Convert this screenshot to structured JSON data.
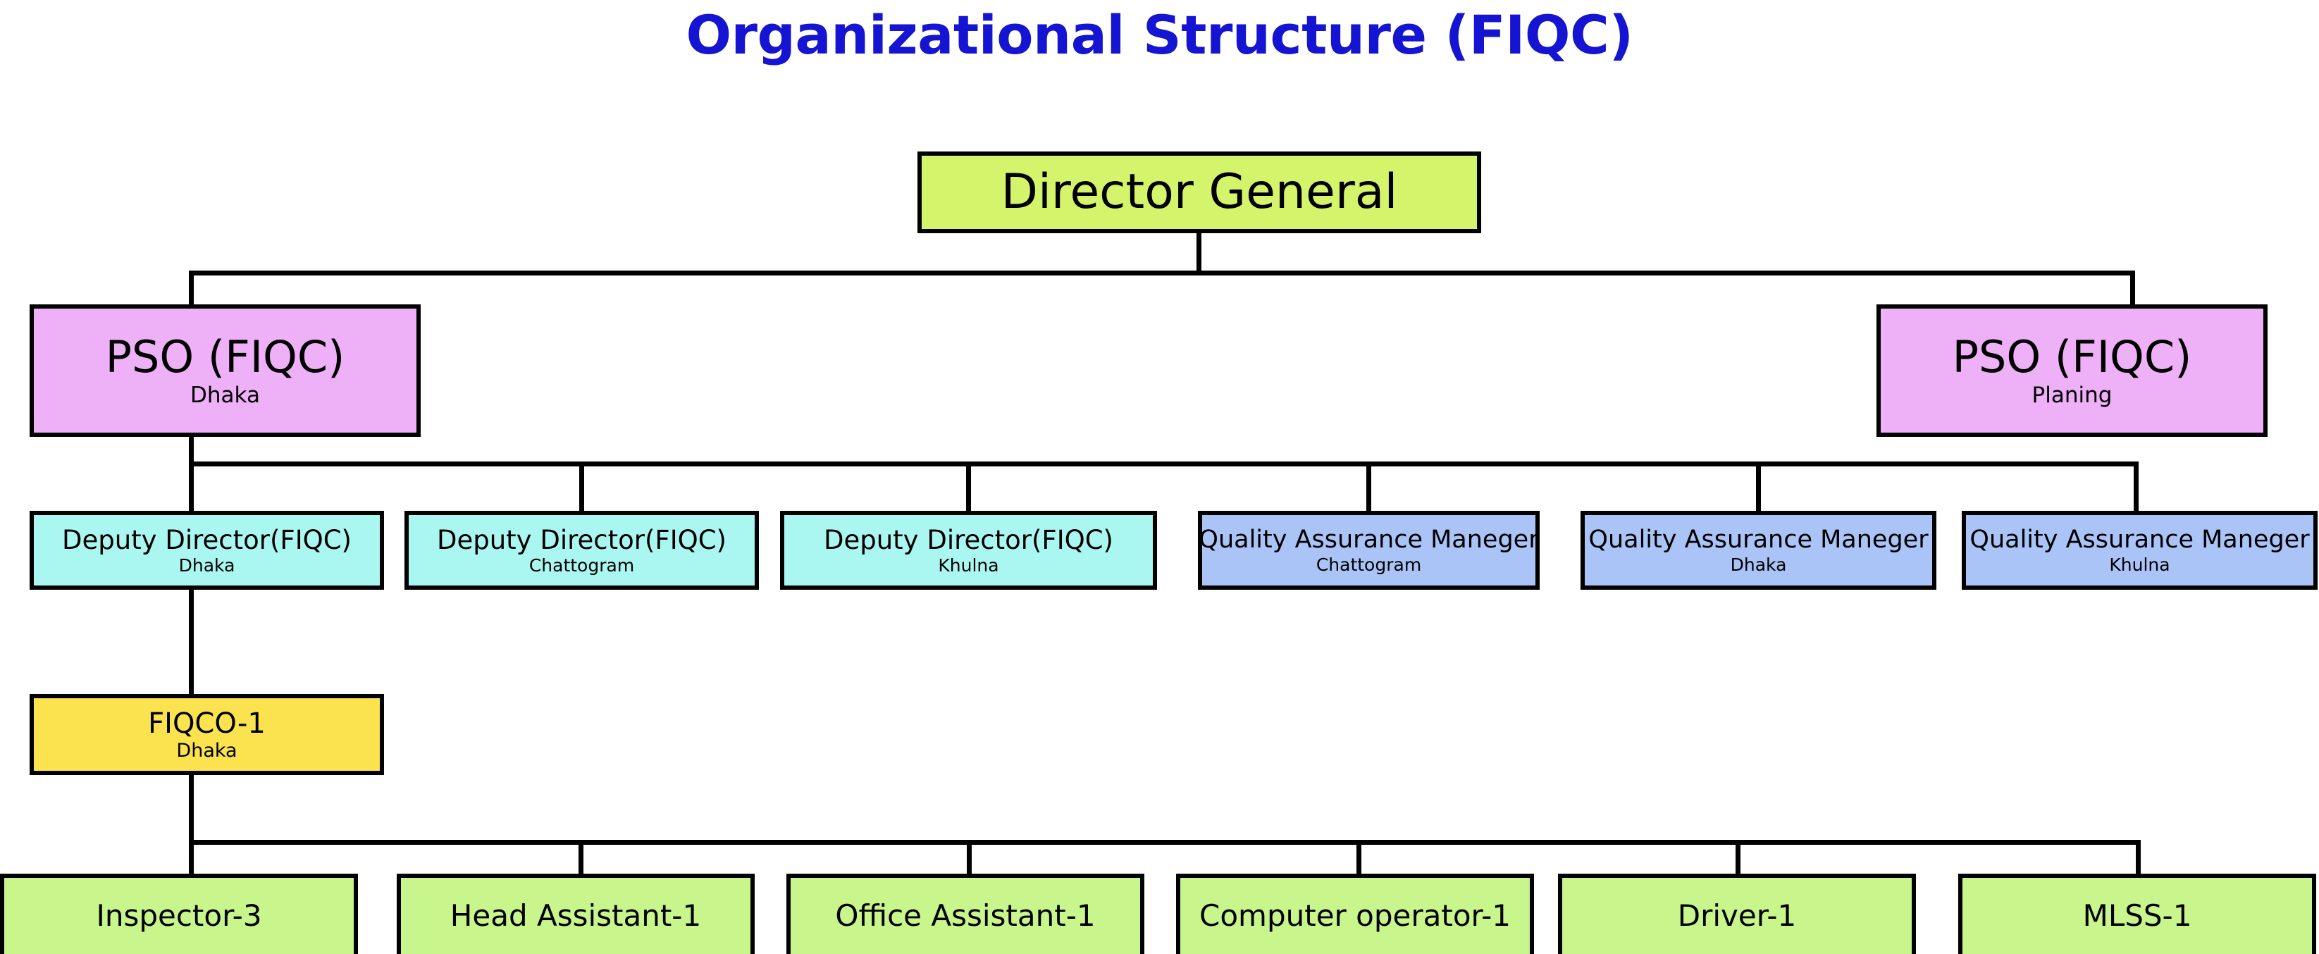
{
  "title": "Organizational Structure (FIQC)",
  "colors": {
    "title_text": "#1414d2",
    "background": "#ffffff",
    "line": "#000000",
    "director_general_fill": "#d4f56b",
    "pso_fill": "#eeb0f7",
    "deputy_director_fill": "#aaf7f2",
    "quality_assurance_fill": "#aac4f7",
    "fiqco_fill": "#fbe24f",
    "staff_fill": "#c8f58c"
  },
  "nodes": {
    "director_general": {
      "title": "Director General",
      "subtitle": ""
    },
    "pso_dhaka": {
      "title": "PSO (FIQC)",
      "subtitle": "Dhaka"
    },
    "pso_planing": {
      "title": "PSO (FIQC)",
      "subtitle": "Planing"
    },
    "deputy_directors": [
      {
        "title": "Deputy Director(FIQC)",
        "subtitle": "Dhaka"
      },
      {
        "title": "Deputy Director(FIQC)",
        "subtitle": "Chattogram"
      },
      {
        "title": "Deputy Director(FIQC)",
        "subtitle": "Khulna"
      }
    ],
    "quality_assurance_managers": [
      {
        "title": "Quality Assurance Maneger",
        "subtitle": "Chattogram"
      },
      {
        "title": "Quality Assurance Maneger",
        "subtitle": "Dhaka"
      },
      {
        "title": "Quality Assurance Maneger",
        "subtitle": "Khulna"
      }
    ],
    "fiqco": {
      "title": "FIQCO-1",
      "subtitle": "Dhaka"
    },
    "staff": [
      {
        "title": "Inspector-3"
      },
      {
        "title": "Head Assistant-1"
      },
      {
        "title": "Office Assistant-1"
      },
      {
        "title": "Computer operator-1"
      },
      {
        "title": "Driver-1"
      },
      {
        "title": "MLSS-1"
      }
    ]
  }
}
